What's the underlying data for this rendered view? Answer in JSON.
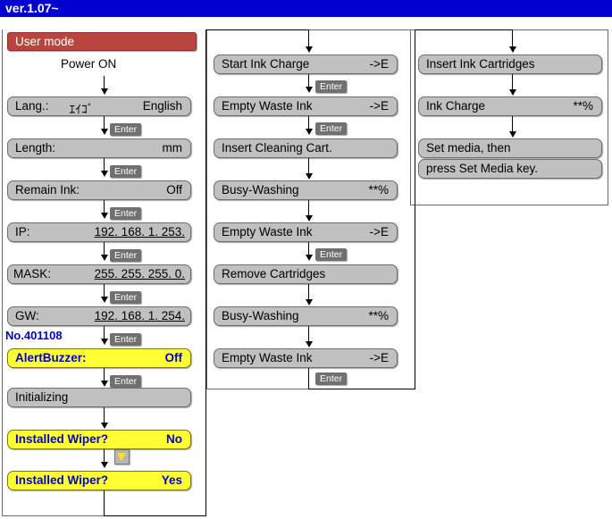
{
  "titlebar": {
    "version": "ver.1.07~"
  },
  "columns": {
    "left": {
      "header": "User mode",
      "power_label": "Power ON",
      "rows": [
        {
          "name": "lang",
          "left": "Lang.:",
          "mid": "ｴｲｺﾞ",
          "right": "English"
        },
        {
          "name": "length",
          "left": "Length:",
          "right": "mm"
        },
        {
          "name": "remain-ink",
          "left": "Remain Ink:",
          "right": "Off"
        },
        {
          "name": "ip",
          "left": "IP:",
          "value": "192. 168.    1. 253."
        },
        {
          "name": "mask",
          "left": "MASK:",
          "value": "255. 255. 255.      0."
        },
        {
          "name": "gw",
          "left": "GW:",
          "value": "192. 168.    1. 254."
        },
        {
          "name": "alert-buzzer",
          "left": "AlertBuzzer:",
          "right": "Off"
        },
        {
          "name": "initializing",
          "left": "Initializing"
        },
        {
          "name": "installed-wiper-no",
          "left": "Installed Wiper?",
          "right": "No"
        },
        {
          "name": "installed-wiper-yes",
          "left": "Installed Wiper?",
          "right": "Yes"
        }
      ],
      "serial_no": "No.401108"
    },
    "middle": {
      "rows": [
        {
          "name": "start-ink-charge",
          "left": "Start Ink Charge",
          "right": "->E"
        },
        {
          "name": "empty-waste-ink-1",
          "left": "Empty Waste Ink",
          "right": "->E"
        },
        {
          "name": "insert-cleaning-cart",
          "left": "Insert Cleaning Cart."
        },
        {
          "name": "busy-washing-1",
          "left": "Busy-Washing",
          "right": "**%"
        },
        {
          "name": "empty-waste-ink-2",
          "left": "Empty Waste Ink",
          "right": "->E"
        },
        {
          "name": "remove-cartridges",
          "left": "Remove Cartridges"
        },
        {
          "name": "busy-washing-2",
          "left": "Busy-Washing",
          "right": "**%"
        },
        {
          "name": "empty-waste-ink-3",
          "left": "Empty Waste Ink",
          "right": "->E"
        }
      ]
    },
    "right": {
      "rows": [
        {
          "name": "insert-ink-cartridges",
          "left": "Insert Ink Cartridges"
        },
        {
          "name": "ink-charge",
          "left": "Ink Charge",
          "right": "**%"
        },
        {
          "name": "set-media-line1",
          "left": "Set media, then"
        },
        {
          "name": "set-media-line2",
          "left": "press Set Media key."
        }
      ]
    }
  },
  "keys": {
    "enter": "Enter",
    "down_arrow": "down-arrow"
  },
  "colors": {
    "titlebar_bg": "#0000cf",
    "header_red": "#b9453f",
    "lcd_gray": "#c0c0c0",
    "highlight_yellow": "#ffff33",
    "accent_blue": "#0000cc"
  }
}
